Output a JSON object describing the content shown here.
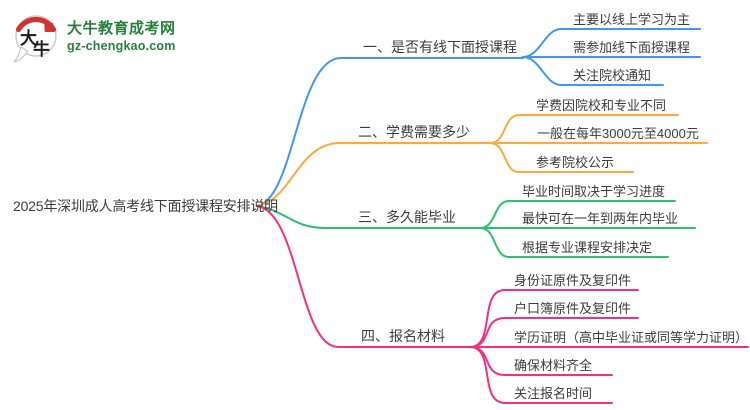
{
  "logo": {
    "icon_char_top": "大",
    "icon_char_bottom": "牛",
    "site_name": "大牛教育成考网",
    "site_url": "gz-chengkao.com"
  },
  "colors": {
    "blue": "#3e97f2",
    "orange": "#ffa63c",
    "green": "#2cc06f",
    "pink": "#f42f7e",
    "logo_green": "#27803e",
    "logo_red": "#cf3333",
    "topic_text": "#3c3c3c"
  },
  "central": {
    "title": "2025年深圳成人高考线下面授课程安排说明"
  },
  "branches": [
    {
      "label": "一、是否有线下面授课程",
      "color": "#3e97f2",
      "children": [
        "主要以线上学习为主",
        "需参加线下面授课程",
        "关注院校通知"
      ]
    },
    {
      "label": "二、学费需要多少",
      "color": "#ffa63c",
      "children": [
        "学费因院校和专业不同",
        "一般在每年3000元至4000元",
        "参考院校公示"
      ]
    },
    {
      "label": "三、多久能毕业",
      "color": "#2cc06f",
      "children": [
        "毕业时间取决于学习进度",
        "最快可在一年到两年内毕业",
        "根据专业课程安排决定"
      ]
    },
    {
      "label": "四、报名材料",
      "color": "#f42f7e",
      "children": [
        "身份证原件及复印件",
        "户口簿原件及复印件",
        "学历证明（高中毕业证或同等学力证明）",
        "确保材料齐全",
        "关注报名时间"
      ]
    }
  ]
}
